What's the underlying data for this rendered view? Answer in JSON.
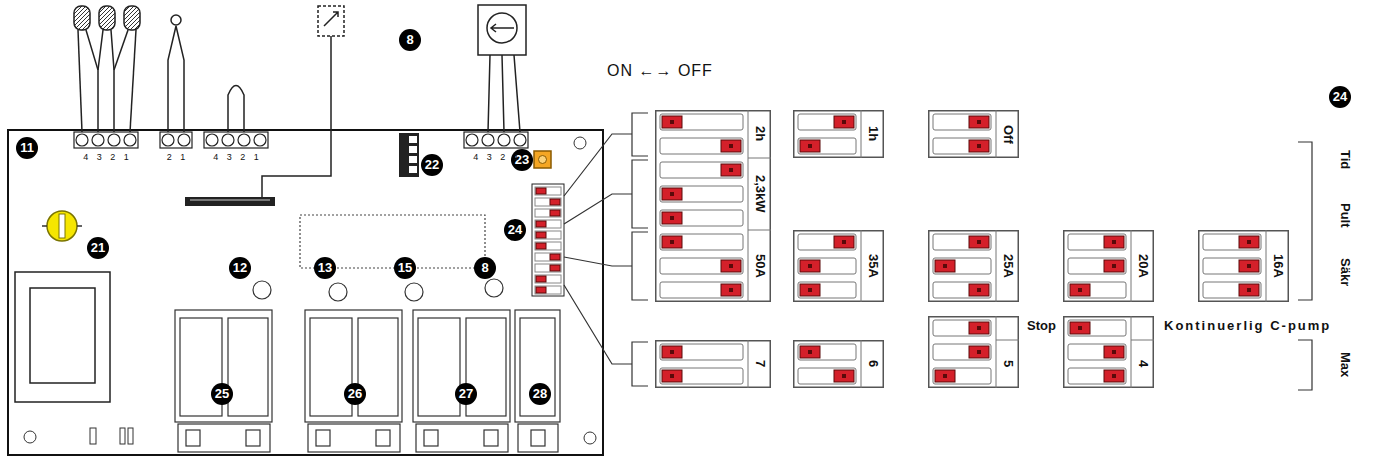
{
  "diagram": {
    "nodes": [
      {
        "text": [
          "2h",
          "2,3kW",
          "50A"
        ]
      },
      {
        "text": [
          "1h"
        ]
      },
      {
        "text": [
          "Off"
        ]
      },
      {
        "text": [
          "35A"
        ]
      },
      {
        "text": [
          "25A"
        ]
      },
      {
        "text": [
          "20A"
        ]
      },
      {
        "text": [
          "16A"
        ]
      },
      {
        "text": [
          "7"
        ]
      },
      {
        "text": [
          "6"
        ]
      },
      {
        "text": [
          "Stop",
          "5"
        ]
      },
      {
        "text": [
          "Kontinuerlig C-pump",
          "4"
        ]
      }
    ],
    "labels": [
      "ON ←→ OFF",
      "11",
      "8",
      "22",
      "23",
      "24",
      "21",
      "12",
      "13",
      "15",
      "8",
      "25",
      "26",
      "27",
      "28",
      "24",
      "Tid",
      "Pult",
      "Säkr",
      "Max",
      "4 3 2 1",
      "2 1",
      "4 3 2 1",
      "4 3 2 1"
    ]
  }
}
